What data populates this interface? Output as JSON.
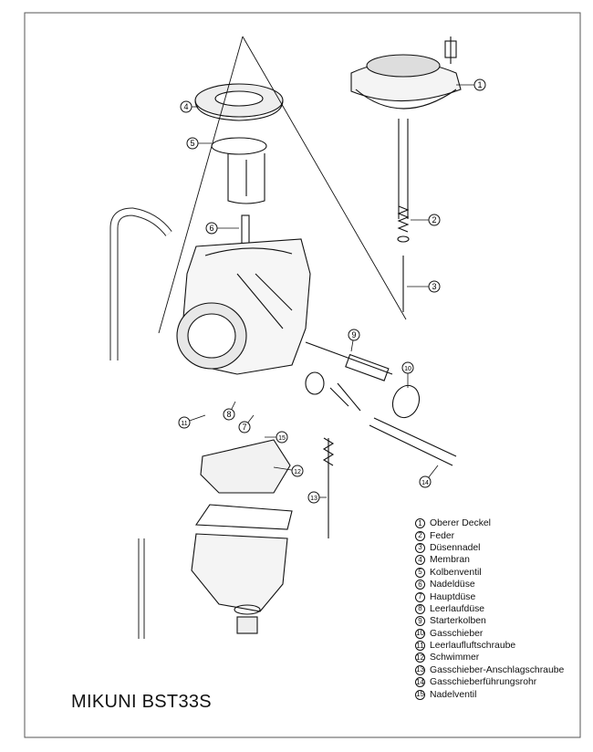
{
  "model": "MIKUNI BST33S",
  "legend": [
    {
      "num": "1",
      "label": "Oberer Deckel"
    },
    {
      "num": "2",
      "label": "Feder"
    },
    {
      "num": "3",
      "label": "Düsennadel"
    },
    {
      "num": "4",
      "label": "Membran"
    },
    {
      "num": "5",
      "label": "Kolbenventil"
    },
    {
      "num": "6",
      "label": "Nadeldüse"
    },
    {
      "num": "7",
      "label": "Hauptdüse"
    },
    {
      "num": "8",
      "label": "Leerlaufdüse"
    },
    {
      "num": "9",
      "label": "Starterkolben"
    },
    {
      "num": "10",
      "label": "Gasschieber"
    },
    {
      "num": "11",
      "label": "Leerlaufluftschraube"
    },
    {
      "num": "12",
      "label": "Schwimmer"
    },
    {
      "num": "13",
      "label": "Gasschieber-Anschlagschraube"
    },
    {
      "num": "14",
      "label": "Gasschieberführungsrohr"
    },
    {
      "num": "15",
      "label": "Nadelventil"
    }
  ],
  "callouts": [
    "1",
    "2",
    "3",
    "4",
    "5",
    "6",
    "7",
    "8",
    "9",
    "10",
    "11",
    "12",
    "13",
    "14",
    "15"
  ]
}
